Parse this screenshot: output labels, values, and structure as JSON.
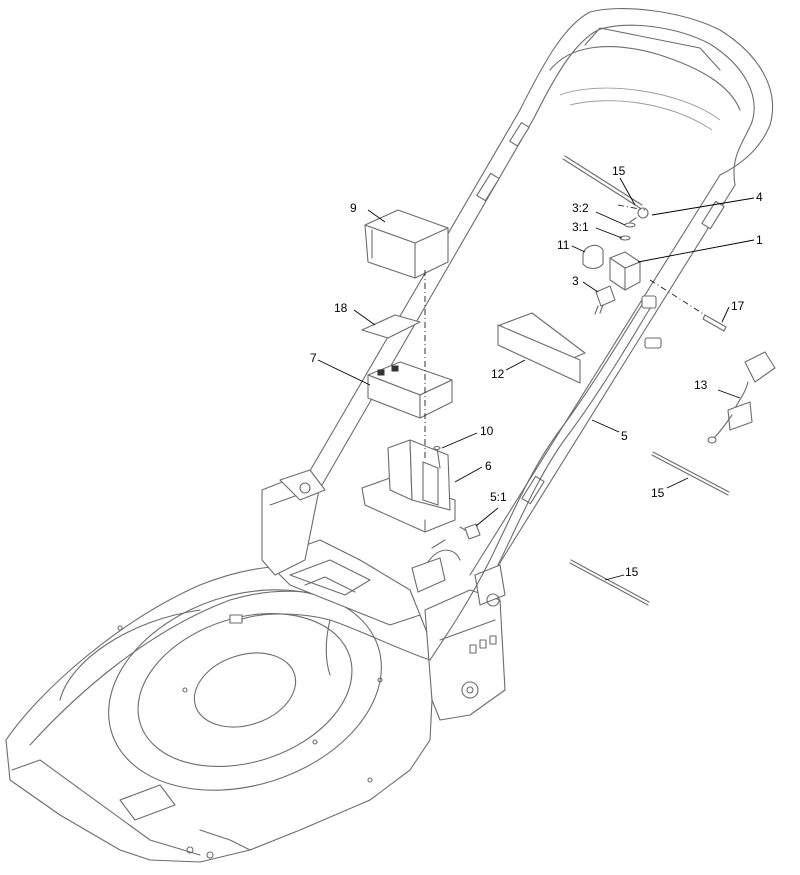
{
  "callouts": {
    "c15_top": "15",
    "c4": "4",
    "c3_2": "3:2",
    "c3_1": "3:1",
    "c1": "1",
    "c11": "11",
    "c3": "3",
    "c17": "17",
    "c9": "9",
    "c18": "18",
    "c12": "12",
    "c7": "7",
    "c13": "13",
    "c5": "5",
    "c10": "10",
    "c6": "6",
    "c15_mid": "15",
    "c5_1": "5:1",
    "c15_low": "15"
  },
  "colors": {
    "line_art": "#6b6b6b",
    "leader": "#000000",
    "background": "#ffffff"
  }
}
